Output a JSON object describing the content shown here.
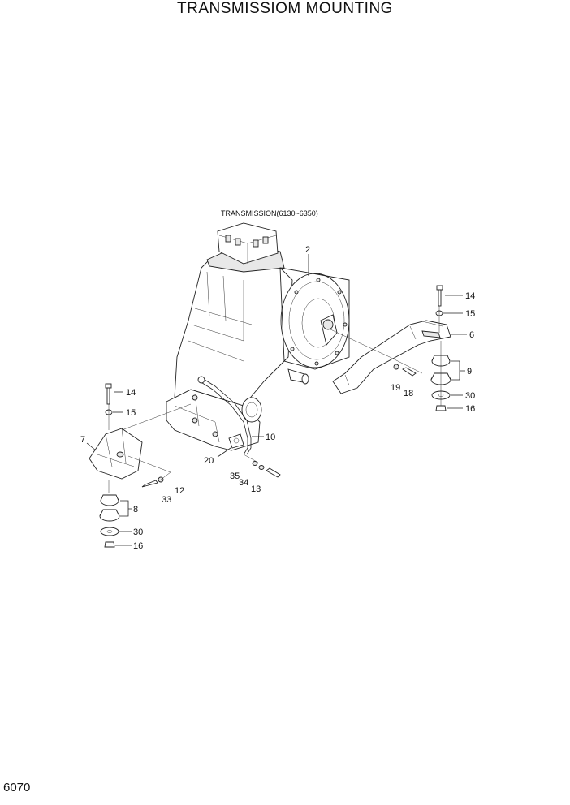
{
  "title": "TRANSMISSIOM MOUNTING",
  "page_number": "6070",
  "assembly_note": "TRANSMISSION(6130~6350)",
  "callouts": {
    "c2": "2",
    "c14r": "14",
    "c15r": "15",
    "c6": "6",
    "c9": "9",
    "c30r": "30",
    "c16r": "16",
    "c19": "19",
    "c18": "18",
    "c14l": "14",
    "c15l": "15",
    "c7": "7",
    "c10": "10",
    "c20": "20",
    "c35": "35",
    "c34": "34",
    "c13": "13",
    "c12": "12",
    "c33": "33",
    "c8": "8",
    "c30l": "30",
    "c16l": "16"
  }
}
